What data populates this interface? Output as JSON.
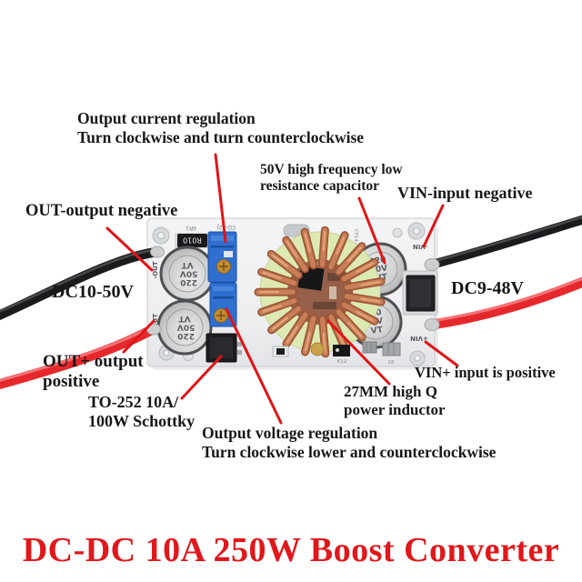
{
  "title": {
    "text": "DC-DC 10A 250W Boost Converter",
    "color": "#e0181b"
  },
  "labels": {
    "output_current_1": "Output current regulation",
    "output_current_2": "Turn clockwise and turn counterclockwise",
    "capacitor_1": "50V high frequency low",
    "capacitor_2": "resistance capacitor",
    "vin_negative": "VIN-input negative",
    "out_negative": "OUT-output negative",
    "output_voltage_range": "DC10-50V",
    "input_voltage_range": "DC9-48V",
    "out_positive_1": "OUT+ output",
    "out_positive_2": "positive",
    "schottky_1": "TO-252 10A/",
    "schottky_2": "100W Schottky",
    "inductor_1": "27MM high Q",
    "inductor_2": "power inductor",
    "vin_positive": "VIN+ input is positive",
    "output_voltage_reg_1": "Output voltage regulation",
    "output_voltage_reg_2": "Turn clockwise lower and counterclockwise"
  },
  "board": {
    "capacitor_print_value": "220",
    "capacitor_print_voltage": "50V",
    "capacitor_print_series": "VT",
    "shunt_resistor_print": "R010",
    "terminal_out_negative": "-OUT",
    "terminal_out_positive": "+OUT",
    "terminal_vin_negative": "-VIN",
    "terminal_vin_positive": "+VIN",
    "silkscreen_1": "6R1",
    "silkscreen_2": "CD-42J",
    "silkscreen_3": "CY14-12-BC",
    "silkscreen_4": "K12",
    "silkscreen_5": "28"
  },
  "colors": {
    "annotation_red": "#e01516",
    "title_red": "#e0181b",
    "pcb_white": "#edeff1",
    "inductor_core_green": "#dce9b3",
    "copper_winding": "#c87f58",
    "trimmer_blue": "#2e6fd0",
    "wire_black": "#1b1b1d",
    "wire_red": "#e5282c",
    "capacitor_silver": "#d9dbdd"
  }
}
